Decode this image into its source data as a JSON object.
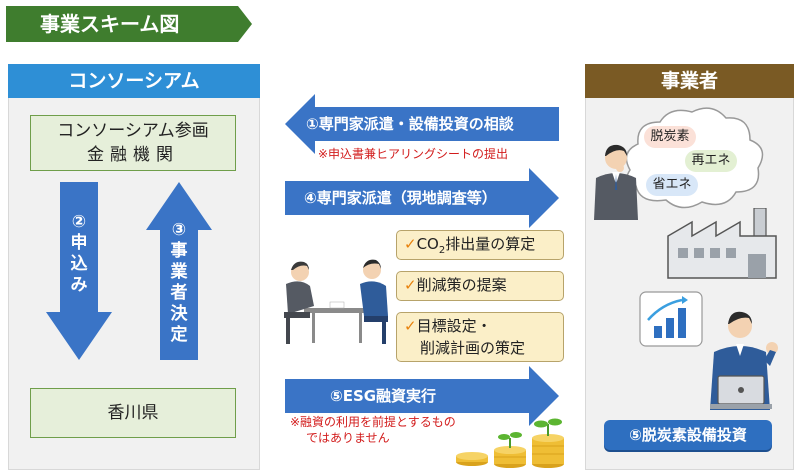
{
  "title": "事業スキーム図",
  "consortium": {
    "header": "コンソーシアム",
    "finance_line1": "コンソーシアム参画",
    "finance_line2": "金融機関",
    "kagawa": "香川県",
    "arrow_apply": [
      "②",
      "申",
      "込",
      "み"
    ],
    "arrow_decide": [
      "③",
      "事",
      "業",
      "者",
      "決",
      "定"
    ]
  },
  "operator": {
    "header": "事業者",
    "cloud_items": [
      "脱炭素",
      "再エネ",
      "省エネ"
    ],
    "investment": "⑤脱炭素設備投資"
  },
  "flows": {
    "consult": "①専門家派遣・設備投資の相談",
    "consult_note": "※申込書兼ヒアリングシートの提出",
    "dispatch": "④専門家派遣（現地調査等）",
    "financing": "⑤ESG融資実行",
    "financing_note_1": "※融資の利用を前提とするもの",
    "financing_note_2": "ではありません"
  },
  "checklist": {
    "mark": "✓",
    "item1_pre": "CO",
    "item1_sub": "2",
    "item1_post": "排出量の算定",
    "item2": "削減策の提案",
    "item3_line1": "目標設定・",
    "item3_line2": "削減計画の策定"
  },
  "colors": {
    "title_green": "#3f7d2e",
    "consortium_blue": "#2e8fd6",
    "operator_brown": "#7a5a24",
    "arrow_blue": "#3a74c6",
    "note_red": "#d21c1c",
    "check_orange": "#e8820c"
  }
}
